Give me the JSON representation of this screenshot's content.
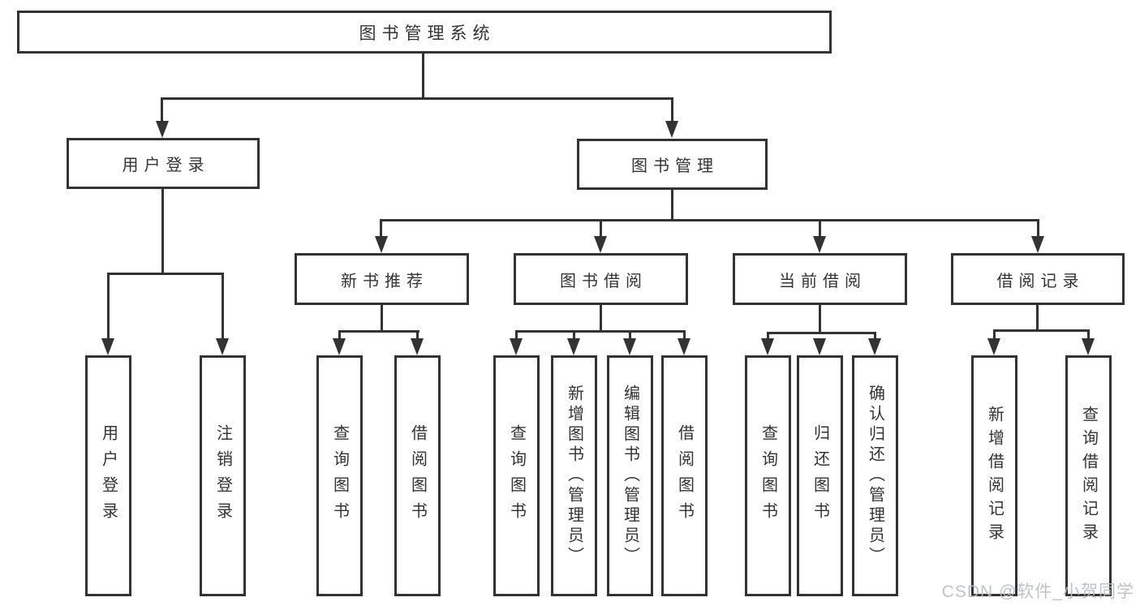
{
  "diagram": {
    "watermark": "CSDN @软件_小贺同学",
    "colors": {
      "line": "#333333",
      "text": "#333333",
      "background": "#ffffff",
      "watermark": "#b9bcc0"
    },
    "tree": {
      "label": "图书管理系统",
      "children": [
        {
          "label": "用户登录",
          "children": [
            {
              "label": "用户登录"
            },
            {
              "label": "注销登录"
            }
          ]
        },
        {
          "label": "图书管理",
          "children": [
            {
              "label": "新书推荐",
              "children": [
                {
                  "label": "查询图书"
                },
                {
                  "label": "借阅图书"
                }
              ]
            },
            {
              "label": "图书借阅",
              "children": [
                {
                  "label": "查询图书"
                },
                {
                  "label": "新增图书（管理员）"
                },
                {
                  "label": "编辑图书（管理员）"
                },
                {
                  "label": "借阅图书"
                }
              ]
            },
            {
              "label": "当前借阅",
              "children": [
                {
                  "label": "查询图书"
                },
                {
                  "label": "归还图书"
                },
                {
                  "label": "确认归还（管理员）"
                }
              ]
            },
            {
              "label": "借阅记录",
              "children": [
                {
                  "label": "新增借阅记录"
                },
                {
                  "label": "查询借阅记录"
                }
              ]
            }
          ]
        }
      ]
    }
  }
}
